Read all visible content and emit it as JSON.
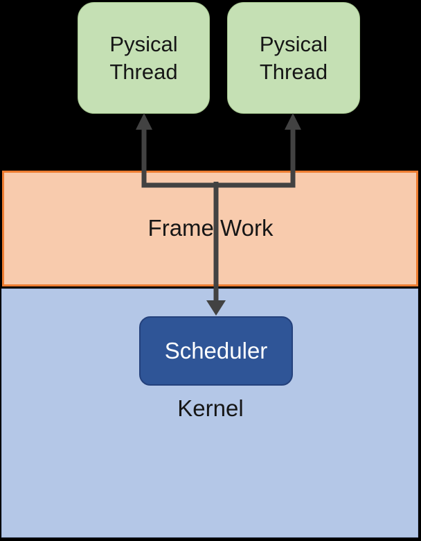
{
  "diagram": {
    "background_color": "#000000",
    "threads": {
      "left": {
        "label": "Pysical\nThread"
      },
      "right": {
        "label": "Pysical\nThread"
      },
      "fill": "#C5E0B4",
      "border_color": "#A3C48C",
      "text_color": "#161616"
    },
    "framework": {
      "label": "Frame Work",
      "fill": "#F8CBAD",
      "border_color": "#ED7D31",
      "text_color": "#161616"
    },
    "kernel": {
      "label": "Kernel",
      "fill": "#B4C7E7",
      "text_color": "#161616",
      "scheduler": {
        "label": "Scheduler",
        "fill": "#2F5597",
        "border_color": "#24417C",
        "text_color": "#FFFFFF"
      }
    },
    "connectors": {
      "color": "#424242",
      "from_framework_to_threads": "fork-with-two-up-arrows",
      "from_framework_to_scheduler": "single-down-arrow"
    }
  }
}
